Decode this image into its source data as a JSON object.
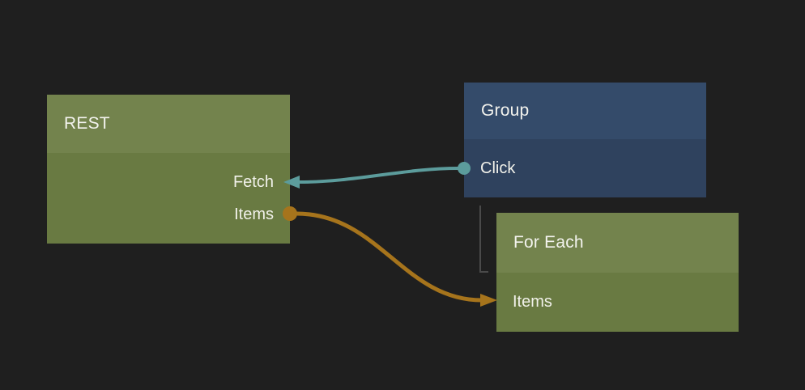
{
  "canvas": {
    "background_color": "#1F1F1F"
  },
  "nodes": {
    "rest": {
      "title": "REST",
      "header_color": "#73834D",
      "body_color": "#697A42",
      "ports": {
        "fetch": {
          "label": "Fetch",
          "side": "right",
          "type": "output"
        },
        "items": {
          "label": "Items",
          "side": "right",
          "type": "output"
        }
      }
    },
    "group": {
      "title": "Group",
      "header_color": "#344B6A",
      "body_color": "#2F425E",
      "ports": {
        "click": {
          "label": "Click",
          "side": "left",
          "type": "output"
        }
      }
    },
    "for_each": {
      "title": "For Each",
      "header_color": "#73834D",
      "body_color": "#697A42",
      "ports": {
        "items": {
          "label": "Items",
          "side": "left",
          "type": "input"
        }
      }
    }
  },
  "connections": {
    "click_to_fetch": {
      "from": "Group.Click",
      "to": "REST.Fetch",
      "color": "#5C9C9C"
    },
    "items_to_items": {
      "from": "REST.Items",
      "to": "For Each.Items",
      "color": "#A6741C"
    }
  },
  "group_child_link": {
    "from": "Group",
    "to": "For Each",
    "color": "#4A4A4A"
  }
}
